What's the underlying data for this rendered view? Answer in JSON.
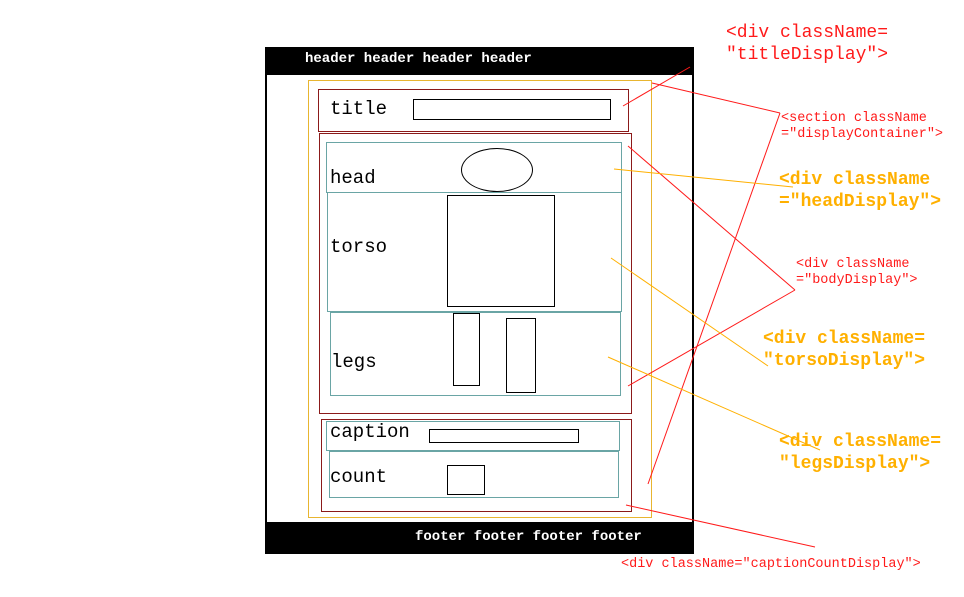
{
  "wireframe": {
    "header_text": "header header header header",
    "footer_text": "footer footer footer footer",
    "labels": {
      "title": "title",
      "head": "head",
      "torso": "torso",
      "legs": "legs",
      "caption": "caption",
      "count": "count"
    }
  },
  "annotations": {
    "titleDisplay": "<div className=\n\"titleDisplay\">",
    "displayContainer": "<section className\n=\"displayContainer\">",
    "headDisplay": "<div className\n=\"headDisplay\">",
    "bodyDisplay": "<div className\n=\"bodyDisplay\">",
    "torsoDisplay": "<div className=\n\"torsoDisplay\">",
    "legsDisplay": "<div className=\n\"legsDisplay\">",
    "captionCountDisplay": "<div className=\"captionCountDisplay\">"
  },
  "colors": {
    "red": "#ff1a1a",
    "orange": "#ffb000",
    "maroon": "#8b1a1a",
    "teal": "#6aa5a5",
    "gold": "#e8b530"
  }
}
